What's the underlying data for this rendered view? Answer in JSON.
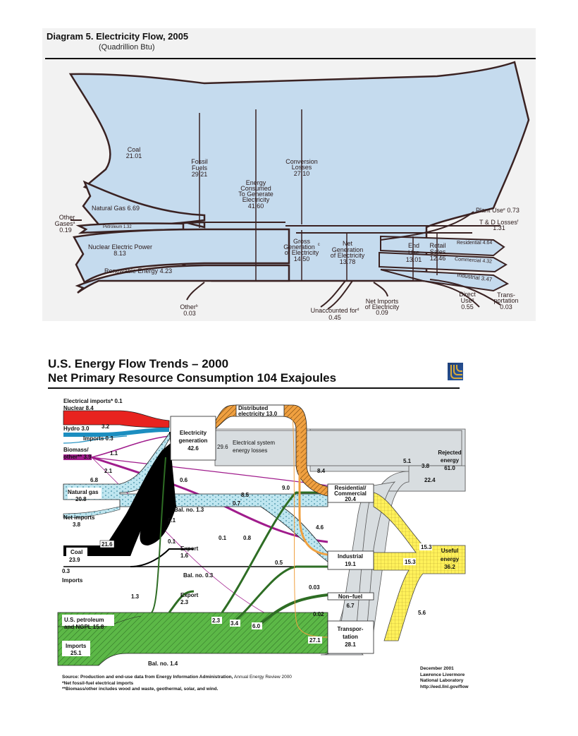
{
  "diagram1": {
    "title": "Diagram 5.  Electricity Flow, 2005",
    "subtitle": "(Quadrillion Btu)",
    "fill_color": "#c5dbee",
    "outline_color": "#3a2222",
    "inputs": [
      {
        "label": "Coal",
        "value": "21.01"
      },
      {
        "label": "Natural Gas",
        "value": "6.69"
      },
      {
        "label": "Petroleum",
        "value": "1.32"
      },
      {
        "label": "Nuclear Electric Power",
        "value": "8.13"
      },
      {
        "label": "Renewable Energy",
        "value": "4.23"
      }
    ],
    "other_gases": {
      "label1": "Other",
      "label2": "Gases",
      "sup": "a",
      "value": "0.19"
    },
    "other": {
      "label": "Other",
      "sup": "b",
      "value": "0.03"
    },
    "fossil_fuels": {
      "l1": "Fossil",
      "l2": "Fuels",
      "value": "29.21"
    },
    "energy_consumed": {
      "l1": "Energy",
      "l2": "Consumed",
      "l3": "To Generate",
      "l4": "Electricity",
      "value": "41.60"
    },
    "conversion_losses": {
      "l1": "Conversion",
      "l2": "Losses",
      "value": "27.10"
    },
    "gross_generation": {
      "l1": "Gross",
      "l2": "Generation",
      "sup": "c",
      "l3": "of Electricity",
      "value": "14.50"
    },
    "net_generation": {
      "l1": "Net",
      "l2": "Generation",
      "l3": "of Electricity",
      "value": "13.78"
    },
    "unaccounted": {
      "label": "Unaccounted for",
      "sup": "d",
      "value": "0.45"
    },
    "net_imports": {
      "l1": "Net Imports",
      "l2": "of Electricity",
      "value": "0.09"
    },
    "end_use": {
      "l1": "End",
      "l2": "Use",
      "value": "13.01"
    },
    "retail_sales": {
      "l1": "Retail",
      "l2": "Sales",
      "value": "12.46"
    },
    "plant_use": {
      "label": "Plant Use",
      "sup": "e",
      "value": "0.73"
    },
    "td_losses": {
      "label": "T & D Losses",
      "sup": "f",
      "value": "1.31"
    },
    "sectors": [
      {
        "label": "Residential",
        "value": "4.64"
      },
      {
        "label": "Commercial",
        "value": "4.32"
      },
      {
        "label": "Industrial",
        "value": "3.47"
      }
    ],
    "direct_use": {
      "l1": "Direct",
      "l2": "Use",
      "sup": "g",
      "value": "0.55"
    },
    "transportation": {
      "l1": "Trans-",
      "l2": "portation",
      "value": "0.03"
    }
  },
  "diagram2": {
    "title_line1": "U.S. Energy Flow Trends – 2000",
    "title_line2": "Net Primary Resource Consumption 104 Exajoules",
    "colors": {
      "nuclear": "#e8231f",
      "hydro": "#1c8ec0",
      "biomass": "#a01c8c",
      "natural_gas": "#bfe6f0",
      "coal": "#000000",
      "petroleum": "#5cb847",
      "electricity": "#f0a040",
      "losses": "#d8dde0",
      "useful": "#fff15a"
    },
    "sources": {
      "electrical_imports": "Electrical imports* 0.1",
      "nuclear": "Nuclear 8.4",
      "hydro": "Hydro 3.0",
      "hydro_flow": "3.2",
      "imports": "Imports 0.3",
      "biomass_l1": "Biomass/",
      "biomass_l2": "other** 3.9",
      "biomass_flow": "1.1",
      "biomass_flow2": "2.1",
      "natgas_flow": "6.8",
      "natgas_l1": "Natural gas",
      "natgas_l2": "20.8",
      "net_imports_l1": "Net imports",
      "net_imports_l2": "3.8",
      "coal_l1": "Coal",
      "coal_l2": "23.9",
      "coal_flow": "21.6",
      "coal_imports_val": "0.3",
      "coal_imports": "Imports",
      "petroleum_l1": "U.S. petroleum",
      "petroleum_l2": "and NGPL 15.8",
      "pet_imports_l1": "Imports",
      "pet_imports_l2": "25.1"
    },
    "nodes": {
      "elec_gen_l1": "Electricity",
      "elec_gen_l2": "generation",
      "elec_gen_val": "42.6",
      "distributed_l1": "Distributed",
      "distributed_l2": "electricity 13.0",
      "losses_val": "29.6",
      "losses_l1": "Electrical system",
      "losses_l2": "energy losses",
      "res_l1": "Residential/",
      "res_l2": "Commercial",
      "res_val": "20.4",
      "ind_l1": "Industrial",
      "ind_val": "19.1",
      "nonfuel_l1": "Non–fuel",
      "nonfuel_val": "6.7",
      "trans_l1": "Transpor-",
      "trans_l2": "tation",
      "trans_val": "28.1",
      "rejected_l1": "Rejected",
      "rejected_l2": "energy",
      "rejected_val": "61.0",
      "useful_l1": "Useful",
      "useful_l2": "energy",
      "useful_val": "36.2"
    },
    "flows": {
      "f06": "0.6",
      "f90": "9.0",
      "f85": "8.5",
      "f07": "0.7",
      "bal13": "Bal. no. 1.3",
      "f01a": "0.1",
      "f01b": "0.1",
      "f08": "0.8",
      "export16_l1": "Export",
      "export16_l2": "1.6",
      "f05": "0.5",
      "bal03": "Bal. no. 0.3",
      "f84": "8.4",
      "f46": "4.6",
      "f003": "0.03",
      "f002": "0.02",
      "f13": "1.3",
      "export23_l1": "Export",
      "export23_l2": "2.3",
      "f23": "2.3",
      "f34": "3.4",
      "f60": "6.0",
      "f271": "27.1",
      "bal14": "Bal. no. 1.4",
      "f51": "5.1",
      "f38": "3.8",
      "f224": "22.4",
      "f153a": "15.3",
      "f153b": "15.3",
      "f56": "5.6"
    },
    "footer": {
      "source_bold": "Source:  Production and end-use data from Energy Information Administration,",
      "source_plain": " Annual Energy Review 2000",
      "note1": "*Net fossil-fuel electrical imports",
      "note2": "**Biomass/other includes wood and waste, geothermal, solar, and wind.",
      "date": "December 2001",
      "org1": "Lawrence Livermore",
      "org2": "National Laboratory",
      "url": "http://eed.llnl.gov/flow"
    }
  }
}
